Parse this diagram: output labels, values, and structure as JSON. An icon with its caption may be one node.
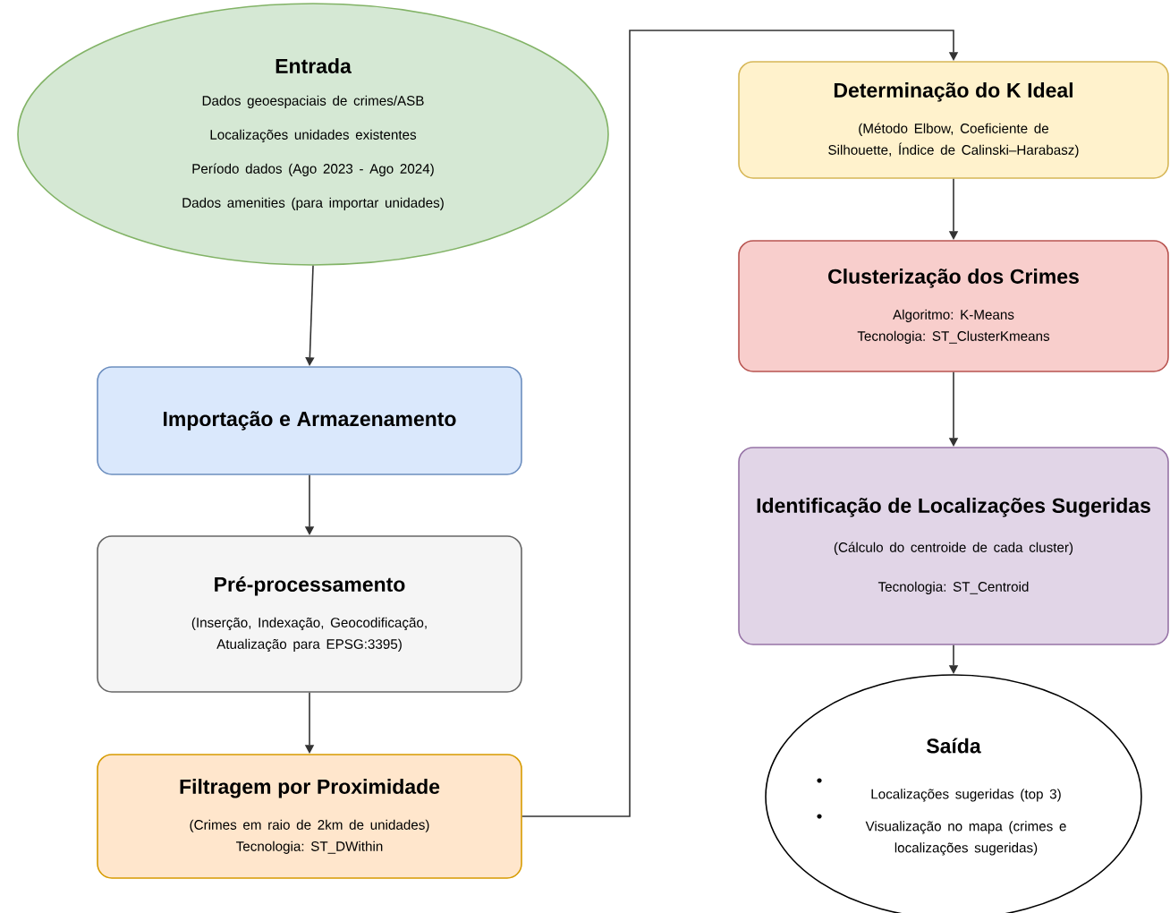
{
  "diagram": {
    "nodes": [
      {
        "text": [
          "Entrada",
          "Dados geoespaciais de crimes/ASB",
          "Localizações unidades existentes",
          "Período dados (Ago 2023 - Ago 2024)",
          "Dados amenities (para importar unidades)"
        ]
      },
      {
        "text": [
          "Importação e Armazenamento"
        ]
      },
      {
        "text": [
          "Pré-processamento",
          "(Inserção, Indexação, Geocodificação, Atualização para EPSG:3395)"
        ]
      },
      {
        "text": [
          "Filtragem por Proximidade",
          "(Crimes em raio de 2km de unidades)",
          "Tecnologia: ST_DWithin"
        ]
      },
      {
        "text": [
          "Determinação do K Ideal",
          "(Método Elbow, Coeficiente de Silhouette, Índice de Calinski–Harabasz)"
        ]
      },
      {
        "text": [
          "Clusterização dos Crimes",
          "Algoritmo: K-Means",
          "Tecnologia: ST_ClusterKmeans"
        ]
      },
      {
        "text": [
          "Identificação de Localizações Sugeridas",
          "(Cálculo do centroide de cada cluster)",
          "Tecnologia: ST_Centroid"
        ]
      },
      {
        "text": [
          "Saída",
          "Localizações sugeridas (top 3)",
          "Visualização no mapa (crimes e localizações sugeridas)"
        ]
      }
    ],
    "edges": [
      {
        "from": 0,
        "to": 1,
        "arrow": "to"
      },
      {
        "from": 1,
        "to": 2,
        "arrow": "to"
      },
      {
        "from": 2,
        "to": 3,
        "arrow": "to"
      },
      {
        "from": 3,
        "to": 4,
        "arrow": "to"
      },
      {
        "from": 4,
        "to": 5,
        "arrow": "to"
      },
      {
        "from": 5,
        "to": 6,
        "arrow": "to"
      },
      {
        "from": 6,
        "to": 7,
        "arrow": "to"
      }
    ]
  }
}
